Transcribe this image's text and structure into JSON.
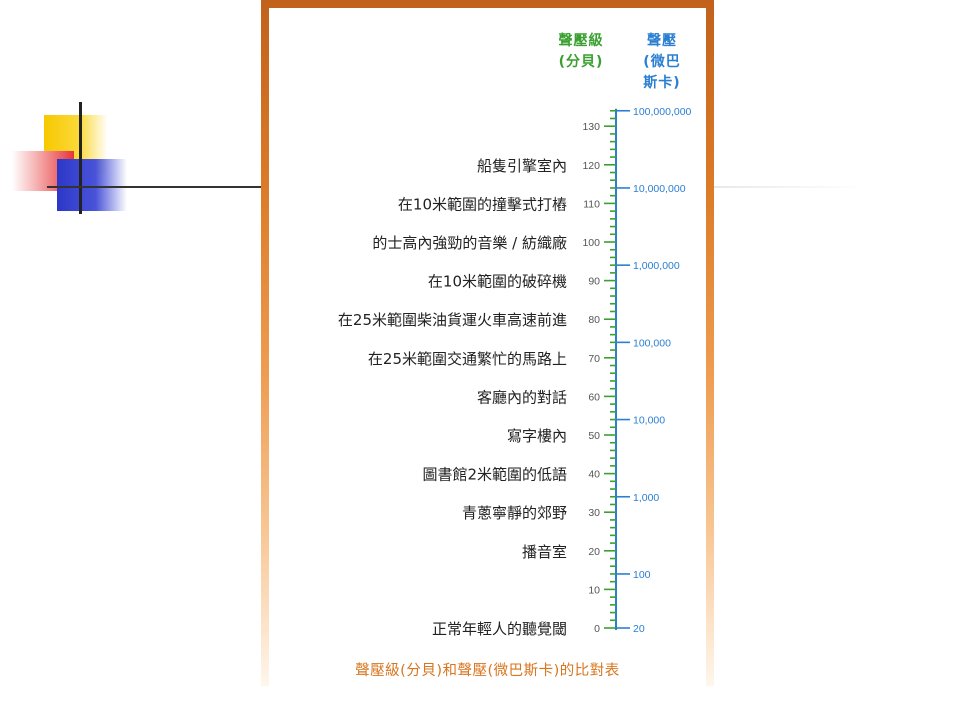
{
  "headers": {
    "db_line1": "聲壓級",
    "db_line2": "(分貝)",
    "pa_line1": "聲壓",
    "pa_line2": "(微巴",
    "pa_line3": "斯卡)"
  },
  "caption": "聲壓級(分貝)和聲壓(微巴斯卡)的比對表",
  "colors": {
    "panel_border": "#d9782a",
    "db_color": "#3aa02f",
    "pa_color": "#2b7fd1",
    "caption_color": "#d8761f",
    "text_color": "#222222"
  },
  "chart_data": {
    "type": "diagram",
    "db_range": [
      0,
      130
    ],
    "db_ticks": [
      "0",
      "10",
      "20",
      "30",
      "40",
      "50",
      "60",
      "70",
      "80",
      "90",
      "100",
      "110",
      "120",
      "130"
    ],
    "pa_ticks": [
      {
        "db": 0,
        "label": "20"
      },
      {
        "db": 14,
        "label": "100"
      },
      {
        "db": 34,
        "label": "1,000"
      },
      {
        "db": 54,
        "label": "10,000"
      },
      {
        "db": 74,
        "label": "100,000"
      },
      {
        "db": 94,
        "label": "1,000,000"
      },
      {
        "db": 114,
        "label": "10,000,000"
      },
      {
        "db": 134,
        "label": "100,000,000"
      }
    ],
    "examples": [
      {
        "db": 120,
        "text": "船隻引擎室內"
      },
      {
        "db": 110,
        "text": "在10米範圍的撞擊式打樁"
      },
      {
        "db": 100,
        "text": "的士高內強勁的音樂 / 紡織廠"
      },
      {
        "db": 90,
        "text": "在10米範圍的破碎機"
      },
      {
        "db": 80,
        "text": "在25米範圍柴油貨運火車高速前進"
      },
      {
        "db": 70,
        "text": "在25米範圍交通繁忙的馬路上"
      },
      {
        "db": 60,
        "text": "客廳內的對話"
      },
      {
        "db": 50,
        "text": "寫字樓內"
      },
      {
        "db": 40,
        "text": "圖書館2米範圍的低語"
      },
      {
        "db": 30,
        "text": "青蔥寧靜的郊野"
      },
      {
        "db": 20,
        "text": "播音室"
      },
      {
        "db": 0,
        "text": "正常年輕人的聽覺閾"
      }
    ]
  }
}
